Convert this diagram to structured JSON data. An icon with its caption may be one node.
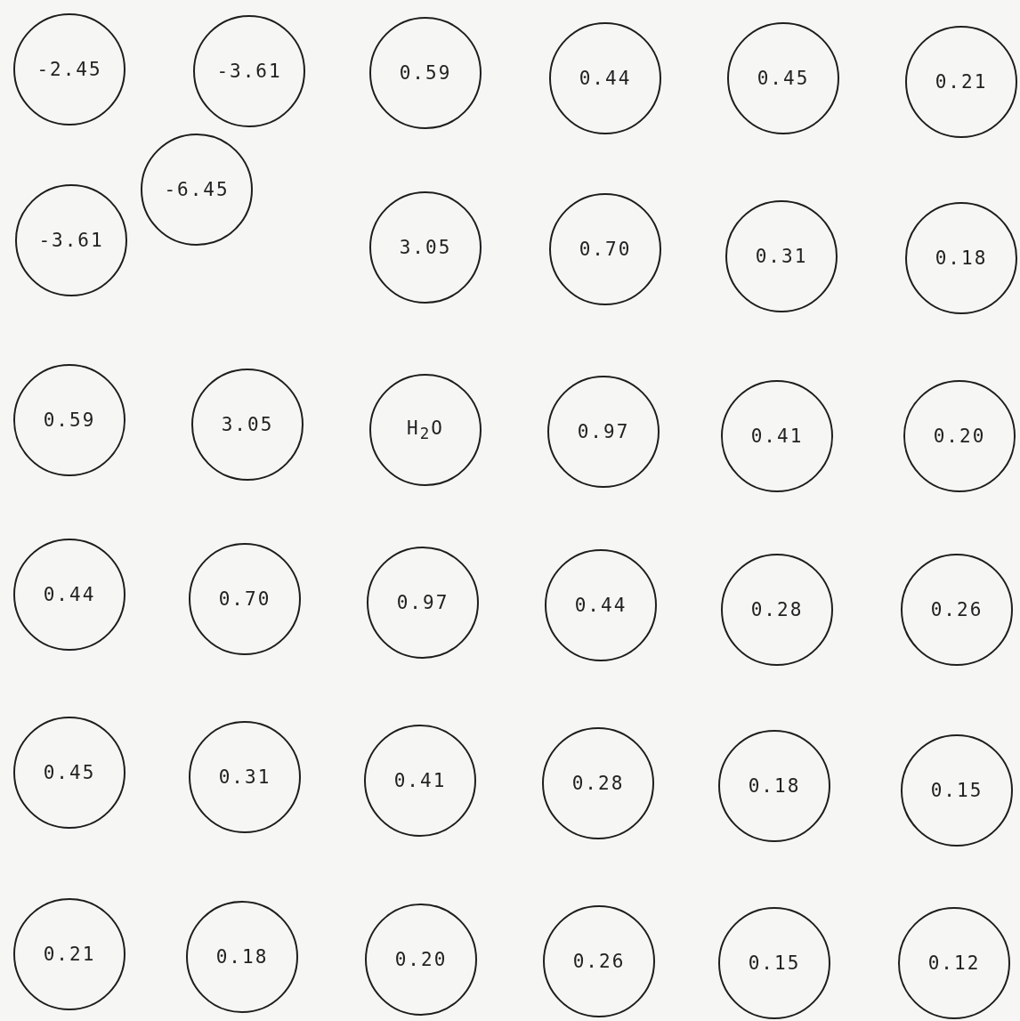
{
  "diagram": {
    "nodes": [
      {
        "text": [
          "-2.45"
        ]
      },
      {
        "text": [
          "-3.61"
        ]
      },
      {
        "text": [
          "0.59"
        ]
      },
      {
        "text": [
          "0.44"
        ]
      },
      {
        "text": [
          "0.45"
        ]
      },
      {
        "text": [
          "0.21"
        ]
      },
      {
        "text": [
          "-6.45"
        ]
      },
      {
        "text": [
          "-3.61"
        ]
      },
      {
        "text": [
          "3.05"
        ]
      },
      {
        "text": [
          "0.70"
        ]
      },
      {
        "text": [
          "0.31"
        ]
      },
      {
        "text": [
          "0.18"
        ]
      },
      {
        "text": [
          "0.59"
        ]
      },
      {
        "text": [
          "3.05"
        ]
      },
      {
        "text": [
          "H$_{2}$O"
        ]
      },
      {
        "text": [
          "0.97"
        ]
      },
      {
        "text": [
          "0.41"
        ]
      },
      {
        "text": [
          "0.20"
        ]
      },
      {
        "text": [
          "0.44"
        ]
      },
      {
        "text": [
          "0.70"
        ]
      },
      {
        "text": [
          "0.97"
        ]
      },
      {
        "text": [
          "0.44"
        ]
      },
      {
        "text": [
          "0.28"
        ]
      },
      {
        "text": [
          "0.26"
        ]
      },
      {
        "text": [
          "0.45"
        ]
      },
      {
        "text": [
          "0.31"
        ]
      },
      {
        "text": [
          "0.41"
        ]
      },
      {
        "text": [
          "0.28"
        ]
      },
      {
        "text": [
          "0.18"
        ]
      },
      {
        "text": [
          "0.15"
        ]
      },
      {
        "text": [
          "0.21"
        ]
      },
      {
        "text": [
          "0.18"
        ]
      },
      {
        "text": [
          "0.20"
        ]
      },
      {
        "text": [
          "0.26"
        ]
      },
      {
        "text": [
          "0.15"
        ]
      },
      {
        "text": [
          "0.12"
        ]
      }
    ]
  }
}
